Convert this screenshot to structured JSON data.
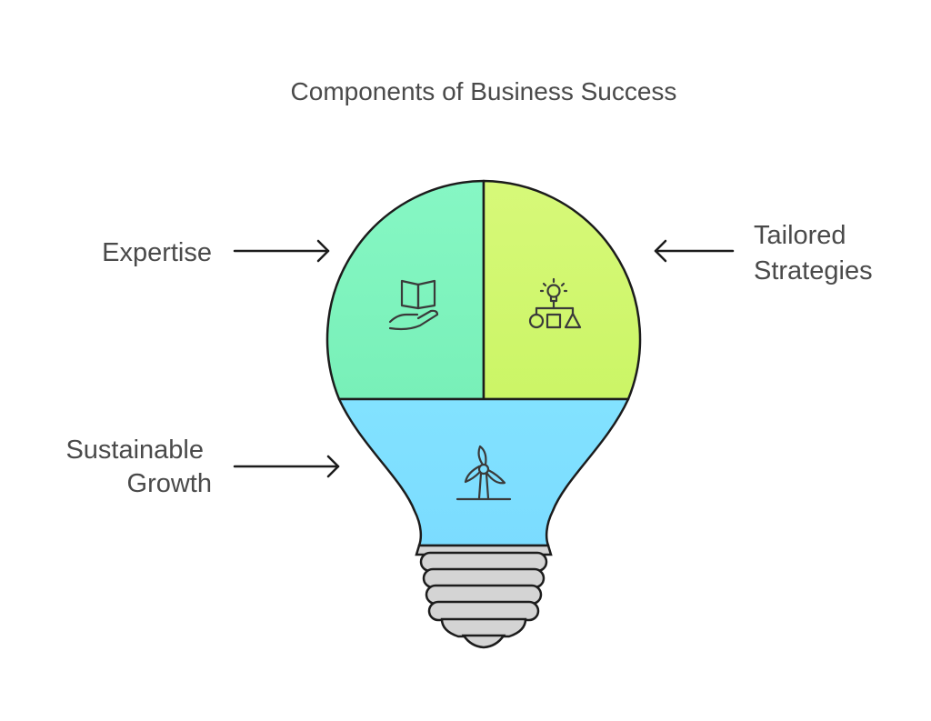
{
  "title": "Components of Business Success",
  "sections": [
    {
      "key": "expertise",
      "label_lines": [
        "Expertise"
      ],
      "icon": "book-in-hand-icon",
      "fill": "#80f5bd"
    },
    {
      "key": "tailored_strategies",
      "label_lines": [
        "Tailored",
        "Strategies"
      ],
      "icon": "lightbulb-shapes-icon",
      "fill": "#d2f76f"
    },
    {
      "key": "sustainable_growth",
      "label_lines": [
        "Sustainable",
        "Growth"
      ],
      "icon": "wind-turbine-icon",
      "fill": "#7fdeff"
    }
  ],
  "colors": {
    "text": "#4a4a4a",
    "outline": "#1c1c1c",
    "base": "#d4d4d4"
  }
}
